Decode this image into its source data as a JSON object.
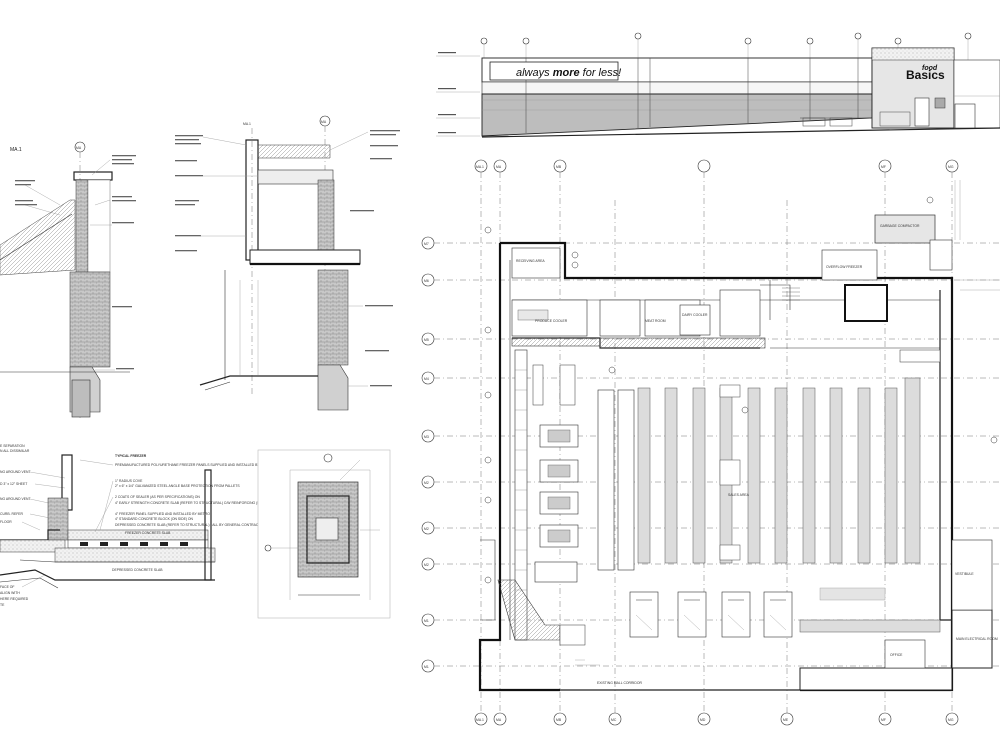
{
  "elevation": {
    "slogan_parts": [
      "always ",
      "more",
      " for less!"
    ],
    "brand_top": "food",
    "brand_main": "Basics"
  },
  "grid_labels": {
    "top": [
      "MA.1",
      "MA",
      "MB",
      "MC",
      "MD",
      "ME",
      "MF",
      "MG"
    ],
    "left": [
      "M7",
      "M6",
      "M5",
      "M4",
      "M3",
      "M2",
      "M2",
      "M1",
      "M1"
    ]
  },
  "section_labels": {
    "section_1": [
      "MA.1",
      "MA"
    ],
    "section_2": [
      "MA.1",
      "MA"
    ]
  },
  "freezer_detail": {
    "title": "TYPICAL FREEZER",
    "notes": [
      "PREMANUFACTURED POLYURETHANE FREEZER PANELS SUPPLIED AND INSTALLED BY METRO",
      "1\" RADIUS COVE",
      "2\" x 6\" x 1/4\" GALVANIZED STEEL ANGLE BASE PROTECTION FROM PALLETS",
      "2 COATS OF SEALER (AS PER SPECIFICATIONS) ON",
      "4\" EARLY STRENGTH CONCRETE SLAB (REFER TO STRUCTURAL) C/W REINFORCING (REFER TO STRUCTURAL)",
      "4\" FREEZER PANEL SUPPLIED AND INSTALLED BY METRO",
      "4\" STANDARD CONCRETE BLOCK (ON SIDE) ON",
      "DEPRESSED CONCRETE SLAB (REFER TO STRUCTURAL) - ALL BY GENERAL CONTRACTOR EXCEPT WHERE NOTED"
    ],
    "slab_labels": [
      "FREEZER CONCRETE SLAB",
      "DEPRESSED CONCRETE SLAB"
    ],
    "left_notes": [
      "E SEPARATION",
      "N ALL DISSIMILAR",
      "NG AROUND VENT",
      "D 3\" x 12\" SHEET",
      "NG AROUND VENT",
      "CURB. REFER",
      "FLOOR",
      "FACE OF",
      "ALIGN WITH",
      "HERE REQUIRED",
      "TE"
    ]
  },
  "plan_labels": {
    "receiving": "RECEIVING AREA",
    "produce": "PRODUCE COOLER",
    "meat": "MEAT ROOM",
    "dairy": "DAIRY COOLER",
    "freezer": "OVERFLOW FREEZER",
    "garbage": "GARBAGE COMPACTOR",
    "sales": "SALES AREA",
    "electrical": "MAIN ELECTRICAL ROOM",
    "office": "OFFICE",
    "vestibule": "VESTIBULE",
    "existing": "EXISTING MALL CORRIDOR"
  },
  "colors": {
    "ink": "#222222",
    "brick": "#b0b0b0",
    "rack": "#dcdcdc",
    "facade_band": "#bdbdbd"
  }
}
